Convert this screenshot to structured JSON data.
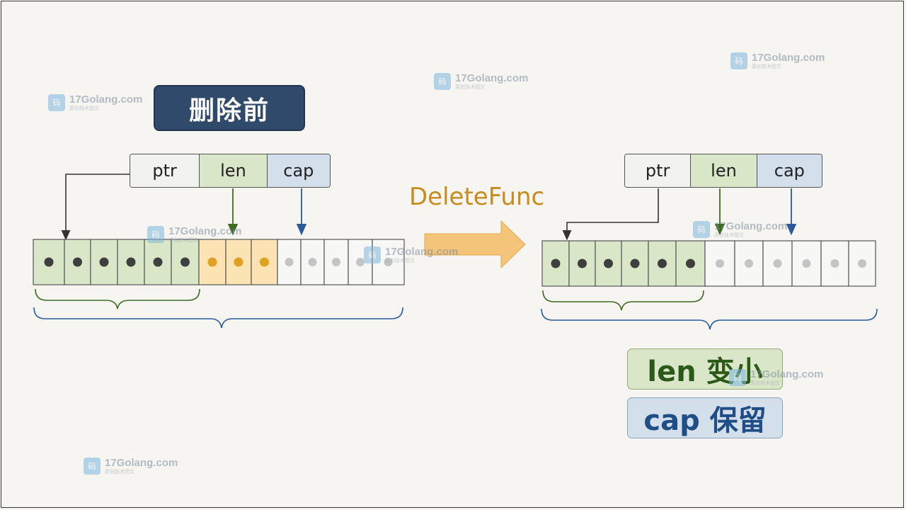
{
  "title": "删除前",
  "before_header": {
    "ptr": "ptr",
    "len": "len",
    "cap": "cap"
  },
  "after_header": {
    "ptr": "ptr",
    "len": "len",
    "cap": "cap"
  },
  "operation": "DeleteFunc",
  "before_slots": [
    "kept",
    "kept",
    "kept",
    "kept",
    "kept",
    "kept",
    "deleted",
    "deleted",
    "deleted",
    "unused",
    "unused",
    "unused",
    "unused",
    "unused"
  ],
  "after_slots": [
    "kept",
    "kept",
    "kept",
    "kept",
    "kept",
    "kept",
    "unused",
    "unused",
    "unused",
    "unused",
    "unused",
    "unused"
  ],
  "result": {
    "len_label": "len 变小",
    "cap_label": "cap 保留"
  },
  "watermark": {
    "text": "17Golang.com",
    "sub": "原创技术图文",
    "logo": "码"
  },
  "colors": {
    "kept_fill": "#d9e6c8",
    "kept_dot": "#3f3f3f",
    "deleted_fill": "#fbe3b4",
    "deleted_dot": "#e0a020",
    "unused_fill": "#f7f7f5",
    "unused_dot": "#c4c4c4",
    "len_brace": "#3f6b22",
    "cap_brace": "#2a5a9c",
    "operation_color": "#c88b1e",
    "arrow_fill": "#f3c47a"
  }
}
